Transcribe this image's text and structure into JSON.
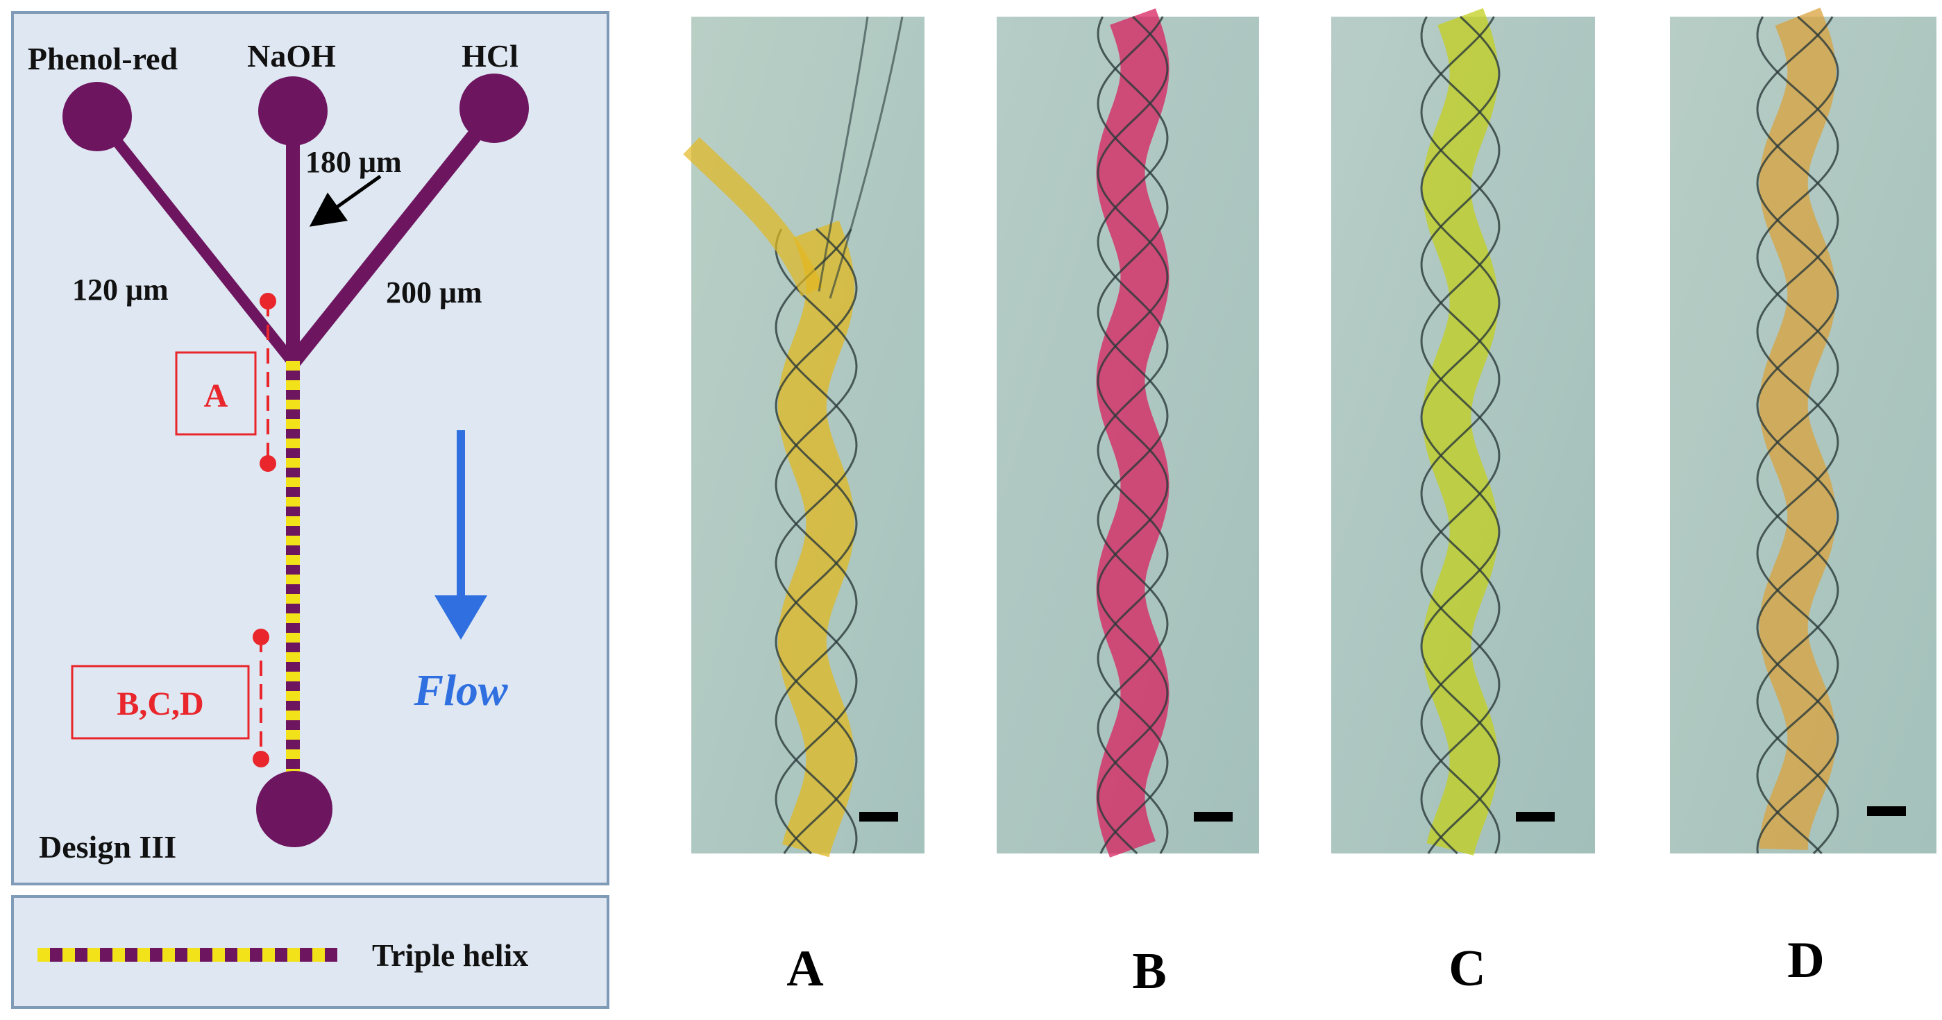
{
  "schematic": {
    "inlets": [
      "Phenol-red",
      "NaOH",
      "HCl"
    ],
    "widths": {
      "left": "120 μm",
      "center": "180 μm",
      "right": "200 μm"
    },
    "markers": {
      "a": "A",
      "bcd": "B,C,D"
    },
    "flow_label": "Flow",
    "design_label": "Design III"
  },
  "legend": {
    "label": "Triple helix"
  },
  "photos": {
    "labels": [
      "A",
      "B",
      "C",
      "D"
    ],
    "colors": {
      "a": "#e2b820",
      "b": "#d8205e",
      "c": "#c3cf1c",
      "d": "#d9a23c"
    }
  },
  "colors": {
    "channel": "#6e1560",
    "helix_yellow": "#f2e21a",
    "marker_red": "#e8262c",
    "flow_blue": "#2f6fe0",
    "panel_bg": "#dfe8f2",
    "panel_border": "#7f9bb8",
    "photo_bg": "#a9c4bf"
  }
}
